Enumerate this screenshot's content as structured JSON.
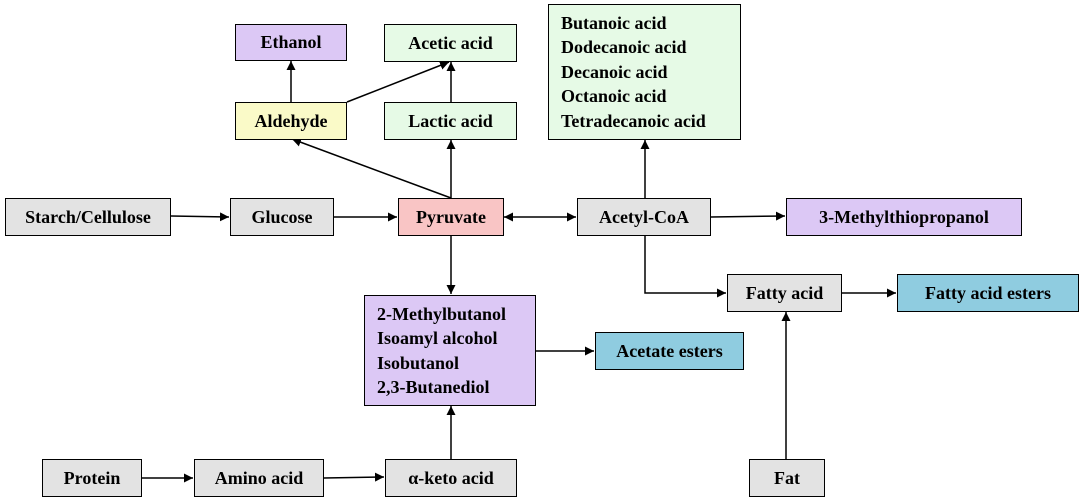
{
  "colors": {
    "gray": "#e3e3e3",
    "purple": "#dcc8f5",
    "green": "#e6fae6",
    "yellow": "#fafac8",
    "pink": "#f9c5c5",
    "blue": "#8fcce0"
  },
  "nodes": {
    "ethanol": "Ethanol",
    "acetic_acid": "Acetic acid",
    "aldehyde": "Aldehyde",
    "lactic_acid": "Lactic acid",
    "fatty_acids_list": [
      "Butanoic acid",
      "Dodecanoic acid",
      "Decanoic acid",
      "Octanoic acid",
      "Tetradecanoic acid"
    ],
    "starch_cellulose": "Starch/Cellulose",
    "glucose": "Glucose",
    "pyruvate": "Pyruvate",
    "acetyl_coa": "Acetyl-CoA",
    "methylthiopropanol": "3-Methylthiopropanol",
    "alcohols_list": [
      "2-Methylbutanol",
      "Isoamyl alcohol",
      "Isobutanol",
      "2,3-Butanediol"
    ],
    "acetate_esters": "Acetate esters",
    "fatty_acid": "Fatty acid",
    "fatty_acid_esters": "Fatty acid esters",
    "protein": "Protein",
    "amino_acid": "Amino acid",
    "alpha_keto_acid": "α-keto acid",
    "fat": "Fat"
  }
}
